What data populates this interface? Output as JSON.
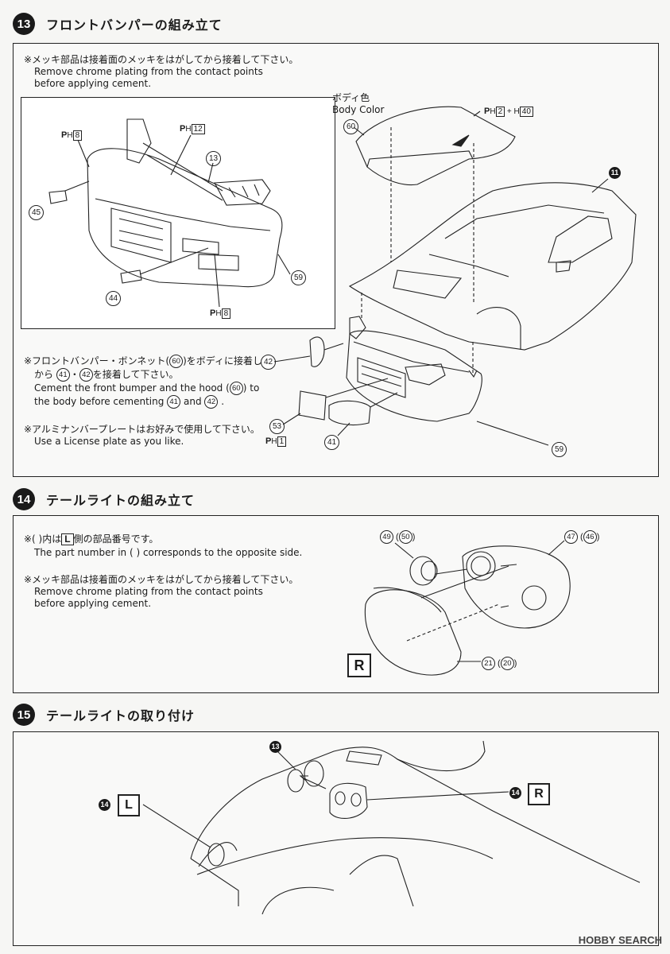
{
  "step13": {
    "num": "13",
    "title": "フロントバンパーの組み立て",
    "note1_jp": "※メッキ部品は接着面のメッキをはがしてから接着して下さい。",
    "note1_en1": "Remove chrome plating from the contact points",
    "note1_en2": "before applying cement.",
    "body_color_jp": "ボディ色",
    "body_color_en": "Body Color",
    "note2_jp1a": "※フロントバンパー・ボンネット(",
    "note2_jp1b": ")をボディに接着して",
    "note2_jp2a": "から",
    "note2_jp2b": "・",
    "note2_jp2c": "を接着して下さい。",
    "note2_en1": "Cement the front bumper and the hood (",
    "note2_en1b": ") to",
    "note2_en2a": "the body before cementing",
    "note2_en2b": "and",
    "note2_en2c": ".",
    "note3_jp": "※アルミナンバープレートはお好みで使用して下さい。",
    "note3_en": "Use a License plate as you like.",
    "parts": {
      "p60": "60",
      "p41": "41",
      "p42": "42",
      "p11": "11",
      "p13": "13",
      "p44": "44",
      "p45": "45",
      "p53": "53",
      "p59": "59"
    },
    "ph": {
      "h8": "8",
      "h12": "12",
      "h2": "2",
      "h40": "40",
      "h1": "1",
      "P": "P",
      "H": "H",
      "plus": "+"
    }
  },
  "step14": {
    "num": "14",
    "title": "テールライトの組み立て",
    "note1_jp_a": "※(   )内は",
    "note1_box": "L",
    "note1_jp_b": "側の部品番号です。",
    "note1_en": "The part number in (    ) corresponds to the opposite side.",
    "note2_jp": "※メッキ部品は接着面のメッキをはがしてから接着して下さい。",
    "note2_en1": "Remove chrome plating from the contact points",
    "note2_en2": "before applying cement.",
    "side": "R",
    "parts": {
      "p49": "49",
      "p50": "50",
      "p47": "47",
      "p46": "46",
      "p21": "21",
      "p20": "20"
    }
  },
  "step15": {
    "num": "15",
    "title": "テールライトの取り付け",
    "left_box": "L",
    "right_box": "R",
    "parts": {
      "s13": "13",
      "s14a": "14",
      "s14b": "14"
    }
  },
  "watermark": "HOBBY SEARCH"
}
